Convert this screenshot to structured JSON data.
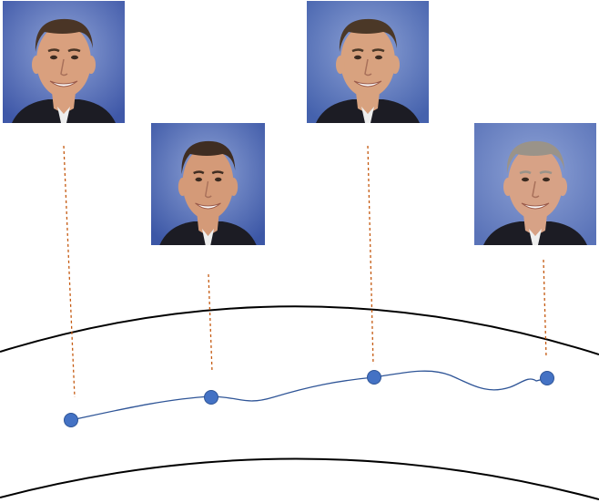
{
  "figure": {
    "portraits": [
      {
        "id": "portrait-1",
        "hair": "#4a3526",
        "skin": "#d9a07e",
        "bg": "#3f58a8"
      },
      {
        "id": "portrait-2",
        "hair": "#3f2d22",
        "skin": "#d49a78",
        "bg": "#3c57a6"
      },
      {
        "id": "portrait-3",
        "hair": "#4b3827",
        "skin": "#d8a27f",
        "bg": "#4562ad"
      },
      {
        "id": "portrait-4",
        "hair": "#9a9389",
        "skin": "#d7a286",
        "bg": "#5a73b8"
      }
    ],
    "colors": {
      "manifold": "#000000",
      "path": "#2f5597",
      "node": "#4472c4",
      "connector": "#c55a11"
    }
  }
}
